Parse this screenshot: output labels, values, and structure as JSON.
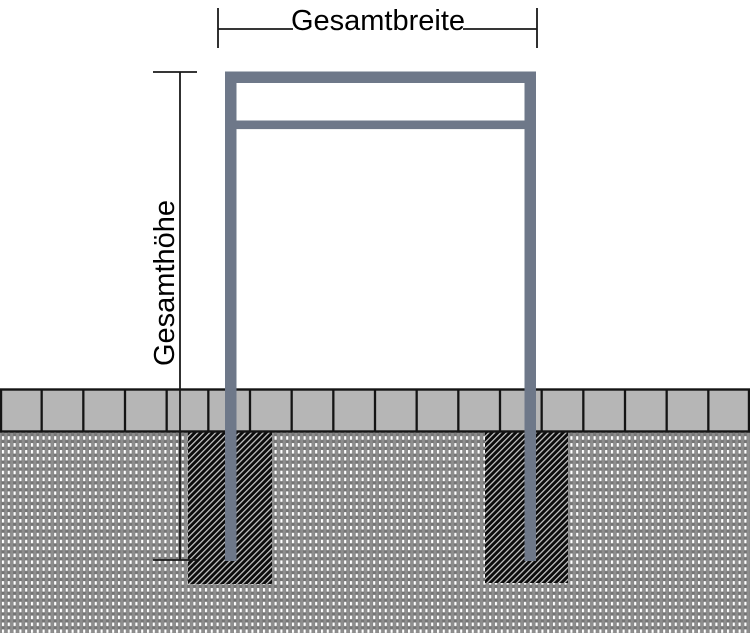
{
  "diagram": {
    "kind": "installation-drawing",
    "labels": {
      "total_width": "Gesamtbreite",
      "total_height": "Gesamthöhe"
    },
    "colors": {
      "background": "#ffffff",
      "frame": "#6e7889",
      "dimension_line": "#1a1a1a",
      "text": "#000000",
      "pavement_fill": "#b6b6b6",
      "pavement_joint": "#141414",
      "soil_base": "#8e8e8e",
      "soil_column": "#737373",
      "soil_dash": "#ffffff",
      "foundation_fill": "#0c0c0c",
      "foundation_hatch": "#c6c6c6"
    }
  }
}
